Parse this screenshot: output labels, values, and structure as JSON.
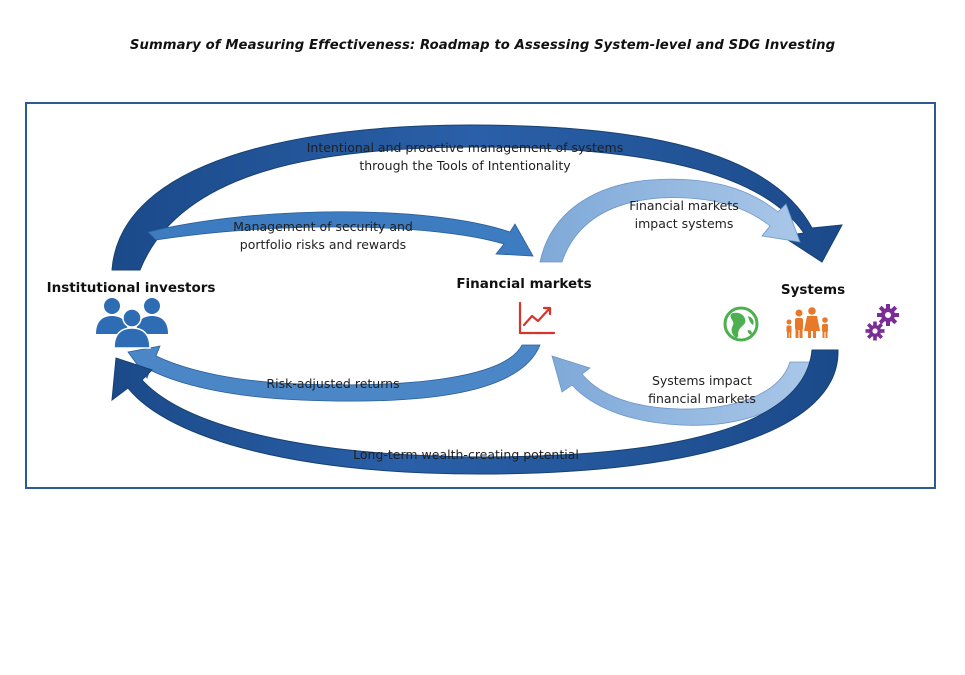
{
  "title": "Summary of Measuring Effectiveness: Roadmap to Assessing System-level and SDG Investing",
  "nodes": {
    "investors": "Institutional investors",
    "markets": "Financial markets",
    "systems": "Systems"
  },
  "flows": {
    "top_line1": "Intentional and proactive management of systems",
    "top_line2": "through the Tools of Intentionality",
    "mgmt_line1": "Management of security and",
    "mgmt_line2": "portfolio risks and rewards",
    "fm_line1": "Financial markets",
    "fm_line2": "impact systems",
    "risk_adj": "Risk-adjusted returns",
    "sys_line1": "Systems impact",
    "sys_line2": "financial markets",
    "long_term": "Long-term wealth-creating potential"
  },
  "icons": {
    "investors": "people-group-icon",
    "markets": "rising-chart-icon",
    "globe": "globe-icon",
    "family": "family-icon",
    "gears": "gears-icon"
  },
  "colors": {
    "dark_blue": "#1f4f8f",
    "medium_blue": "#3b79bf",
    "light_blue": "#8fb7e0",
    "chart_red": "#d8342b",
    "globe_green": "#4caf50",
    "family_orange": "#e8782a",
    "gears_purple": "#7b2d96",
    "people_blue": "#2e6db4"
  }
}
